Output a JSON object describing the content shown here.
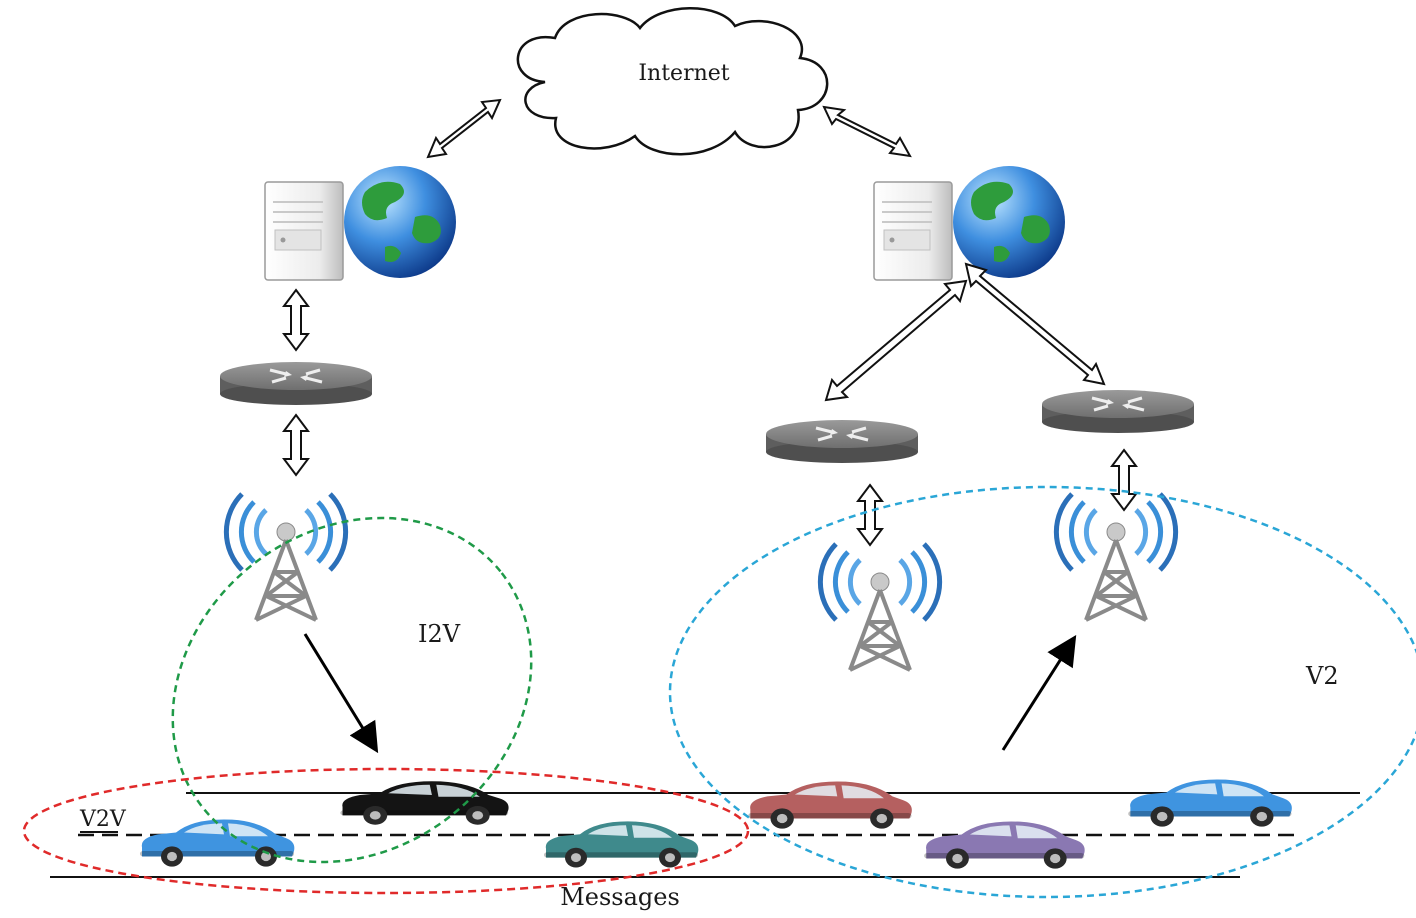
{
  "labels": {
    "internet": "Internet",
    "i2v": "I2V",
    "v2": "V2",
    "v2v": "V2V",
    "messages": "Messages"
  },
  "colors": {
    "i2v_zone": "#1f9a48",
    "v2_zone": "#2aa6d6",
    "v2v_zone": "#e02a2a",
    "car_blue": "#3f94e0",
    "car_black": "#141414",
    "car_teal": "#3f8a8c",
    "car_red": "#b56060",
    "car_purple": "#8a78b2",
    "server": "#f1f1f1",
    "router": "#7d7d7d",
    "tower": "#8a8a8a",
    "signal": "#3a8fd8"
  },
  "icons": [
    "cloud-icon",
    "server-globe-icon",
    "router-icon",
    "cell-tower-icon",
    "car-icon"
  ]
}
